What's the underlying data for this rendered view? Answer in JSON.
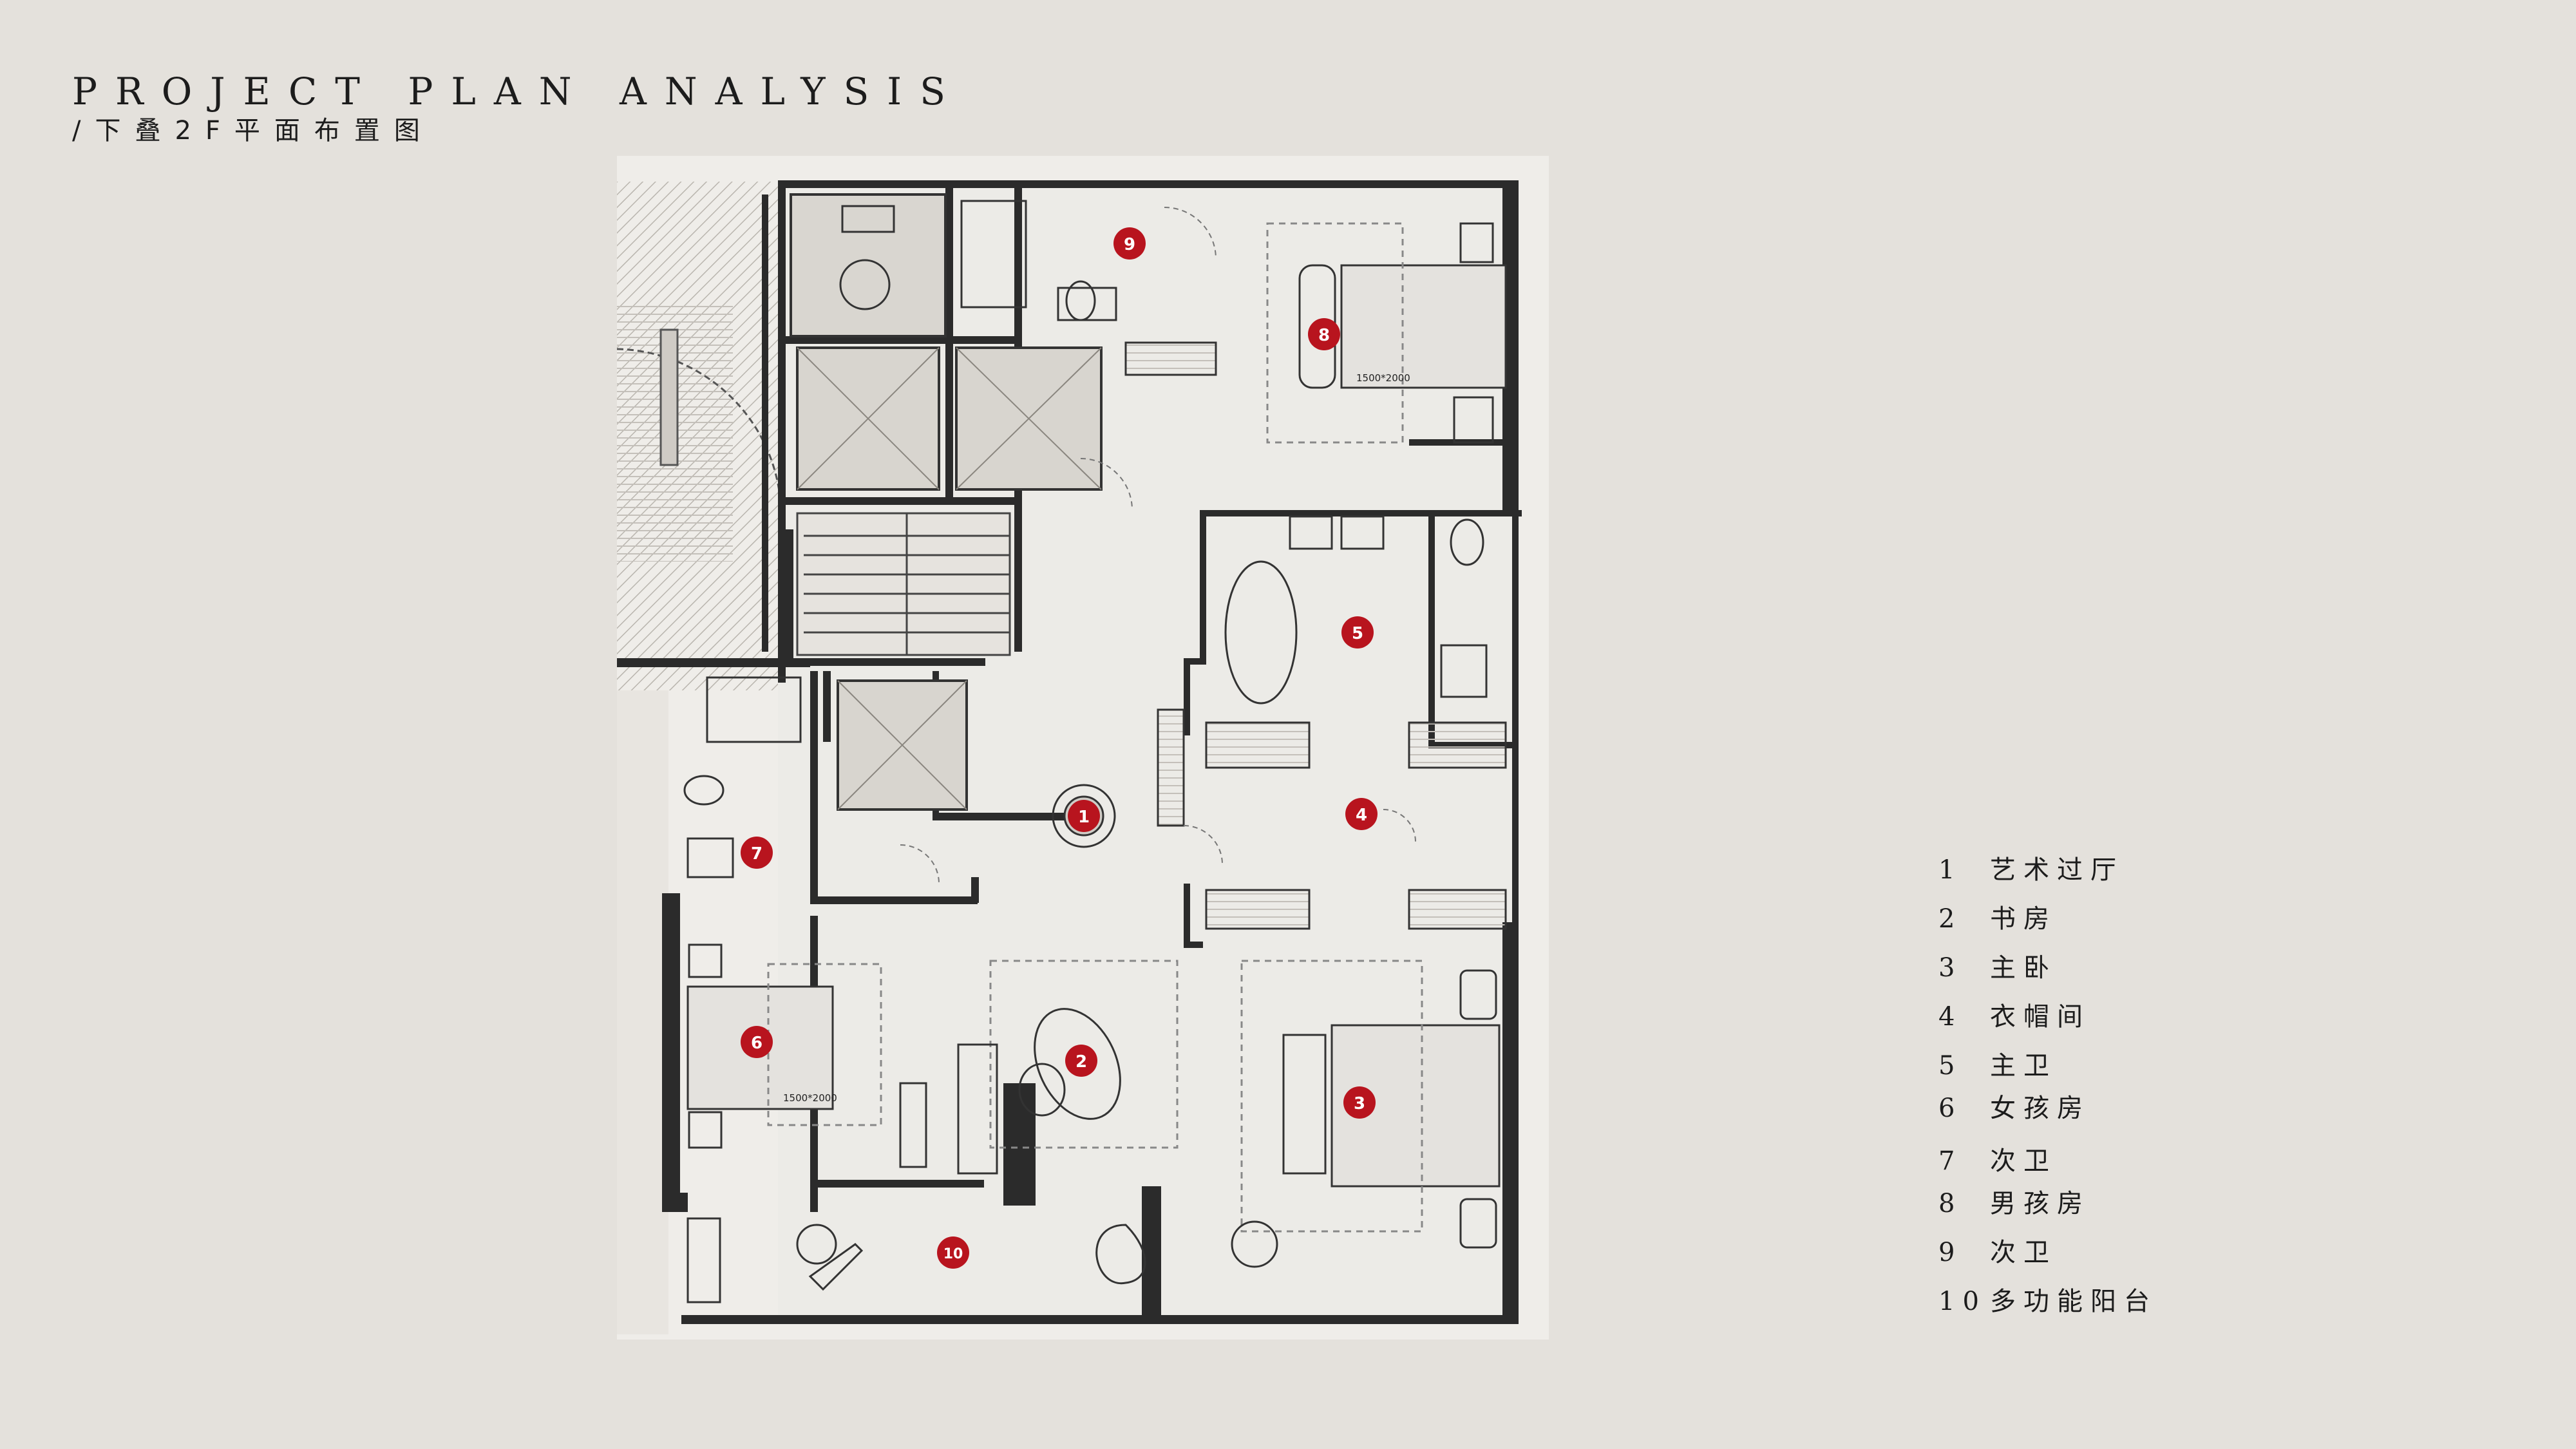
{
  "header": {
    "title": "PROJECT PLAN ANALYSIS",
    "subtitle": "/下叠2F平面布置图"
  },
  "plan": {
    "markers": [
      "1",
      "2",
      "3",
      "4",
      "5",
      "6",
      "7",
      "8",
      "9",
      "10"
    ],
    "bed_size_labels": [
      "1500*2000",
      "1500*2000"
    ],
    "marker_color": "#b8141e",
    "wall_color": "#2b2b2b",
    "floor_color": "#e9e7e3"
  },
  "legend": [
    {
      "num": "1",
      "label": "艺术过厅"
    },
    {
      "num": "2",
      "label": "书房"
    },
    {
      "num": "3",
      "label": "主卧"
    },
    {
      "num": "4",
      "label": "衣帽间"
    },
    {
      "num": "5",
      "label": "主卫"
    },
    {
      "num": "6",
      "label": "女孩房"
    },
    {
      "num": "7",
      "label": "次卫"
    },
    {
      "num": "8",
      "label": "男孩房"
    },
    {
      "num": "9",
      "label": "次卫"
    },
    {
      "num": "10",
      "label": "多功能阳台"
    }
  ]
}
